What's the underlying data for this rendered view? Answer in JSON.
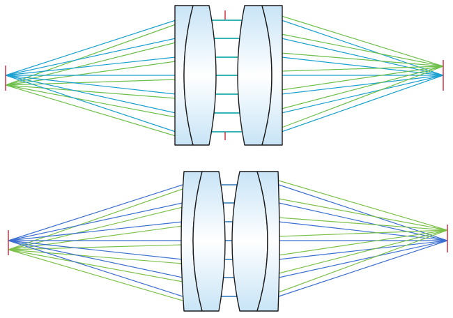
{
  "diagram": {
    "type": "lens ray-trace comparison",
    "panels": [
      "top-lens-system",
      "bottom-lens-system"
    ],
    "colors": {
      "top_blue_ray": "#1aa0d0",
      "top_green_ray": "#6cc04a",
      "top_gap_ray": "#1aa8a8",
      "bottom_blue_ray": "#3a6fd0",
      "bottom_green_ray": "#7cc24a",
      "bottom_gap_ray": "#4a86c0",
      "lens_edge": "#1a1a1a",
      "lens_fill_edge": "#c8e4f6",
      "lens_fill_center": "#ffffff",
      "marker": "#d03040"
    }
  }
}
